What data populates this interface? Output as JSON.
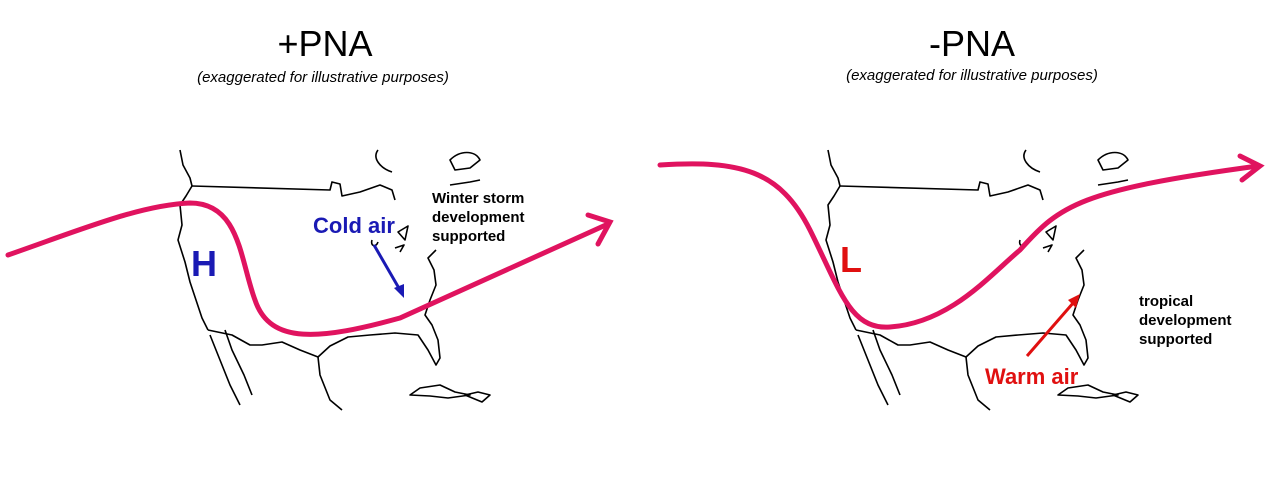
{
  "panels": [
    {
      "title": "+PNA",
      "subtitle": "(exaggerated for illustrative purposes)",
      "pressure_label": "H",
      "air_label": "Cold air",
      "note_lines": [
        "Winter storm",
        "development",
        "supported"
      ],
      "pressure_color": "#1a1ab4",
      "air_color": "#1a1ab4"
    },
    {
      "title": "-PNA",
      "subtitle": "(exaggerated for illustrative purposes)",
      "pressure_label": "L",
      "air_label": "Warm air",
      "note_lines": [
        "tropical",
        "development",
        "supported"
      ],
      "pressure_color": "#e01010",
      "air_color": "#e01010"
    }
  ],
  "jet_color": "#e0135f"
}
